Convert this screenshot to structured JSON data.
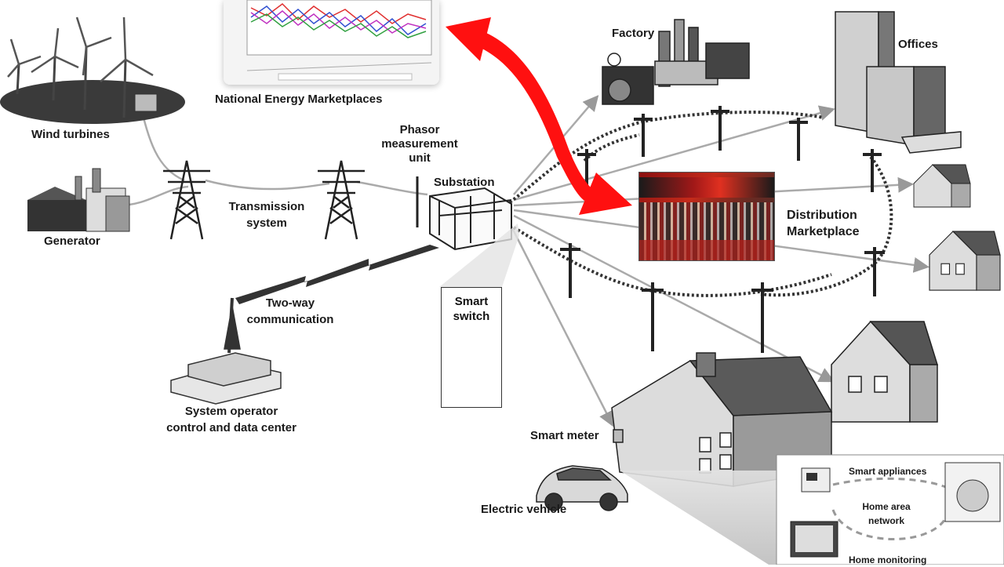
{
  "labels": {
    "wind_turbines": "Wind turbines",
    "generator": "Generator",
    "transmission_line1": "Transmission",
    "transmission_line2": "system",
    "pmu_line1": "Phasor",
    "pmu_line2": "measurement",
    "pmu_line3": "unit",
    "substation": "Substation",
    "two_way_line1": "Two-way",
    "two_way_line2": "communication",
    "sys_op_line1": "System operator",
    "sys_op_line2": "control and data center",
    "smart_switch": "Smart switch",
    "factory": "Factory",
    "offices": "Offices",
    "national_energy": "National Energy Marketplaces",
    "distribution_line1": "Distribution",
    "distribution_line2": "Marketplace",
    "smart_meter": "Smart meter",
    "electric_vehicle": "Electric vehicle",
    "smart_appliances": "Smart appliances",
    "han_line1": "Home area",
    "han_line2": "network",
    "home_monitoring": "Home monitoring"
  },
  "colors": {
    "arrow": "#ff1010",
    "ink": "#1a1a1a",
    "building_gray": "#5a5a5a",
    "light_gray": "#cfcfcf"
  }
}
